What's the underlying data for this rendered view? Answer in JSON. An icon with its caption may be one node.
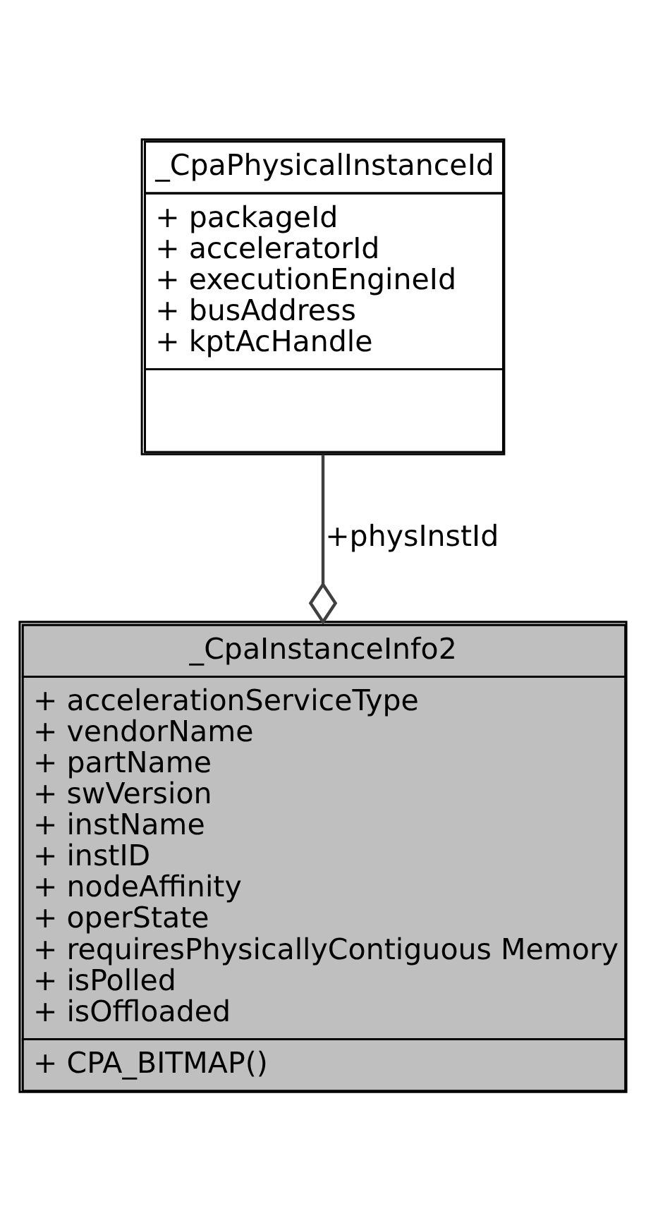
{
  "diagram": {
    "nodes": [
      {
        "text": [
          "_CpaPhysicalInstanceId",
          "+ packageId",
          "+ acceleratorId",
          "+ executionEngineId",
          "+ busAddress",
          "+ kptAcHandle"
        ]
      },
      {
        "text": [
          "_CpaInstanceInfo2",
          "+ accelerationServiceType",
          "+ vendorName",
          "+ partName",
          "+ swVersion",
          "+ instName",
          "+ instID",
          "+ nodeAffinity",
          "+ operState",
          "+ requiresPhysicallyContiguous Memory",
          "+ isPolled",
          "+ isOffloaded",
          "+ CPA_BITMAP()"
        ]
      }
    ],
    "edges": [
      {
        "from": 0,
        "to": 1,
        "arrow": "other",
        "label": "+physInstId"
      }
    ]
  }
}
